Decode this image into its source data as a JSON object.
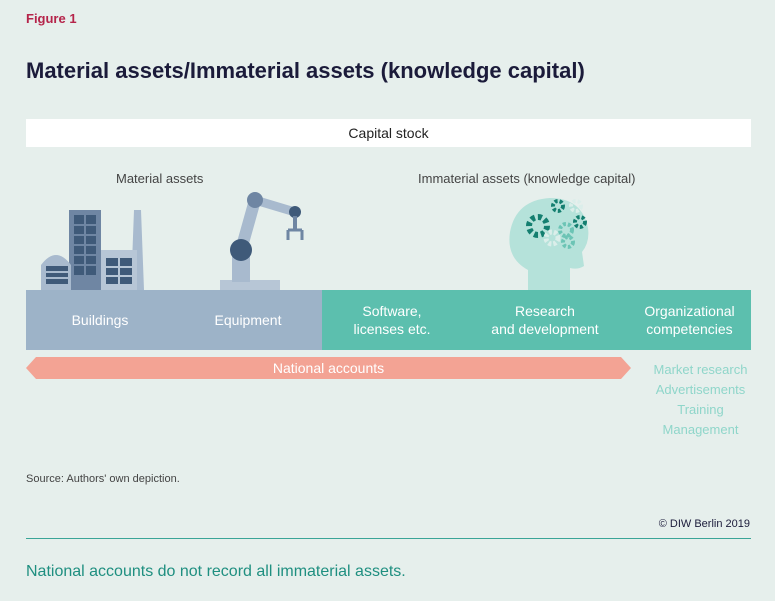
{
  "figure_label": "Figure 1",
  "title": "Material assets/Immaterial assets (knowledge capital)",
  "capital_stock": "Capital stock",
  "material": {
    "label": "Material assets",
    "items": [
      "Buildings",
      "Equipment"
    ]
  },
  "immaterial": {
    "label": "Immaterial assets (knowledge capital)",
    "items": [
      "Software,\nlicenses etc.",
      "Research\nand development",
      "Organizational\ncompetencies"
    ],
    "organizational_examples": [
      "Market research",
      "Advertisements",
      "Training",
      "Management"
    ]
  },
  "national_accounts": "National accounts",
  "icons": [
    "factory-icon",
    "robot-arm-icon",
    "head-gears-icon"
  ],
  "colors": {
    "background": "#e6efec",
    "material_band": "#9db3c8",
    "immaterial_band": "#5cbfae",
    "national_accounts": "#f3a394",
    "caption": "#1f8f80",
    "figure_label": "#b5244a"
  },
  "source": "Source: Authors' own depiction.",
  "copyright": "© DIW Berlin 2019",
  "caption": "National accounts do not record all immaterial assets."
}
